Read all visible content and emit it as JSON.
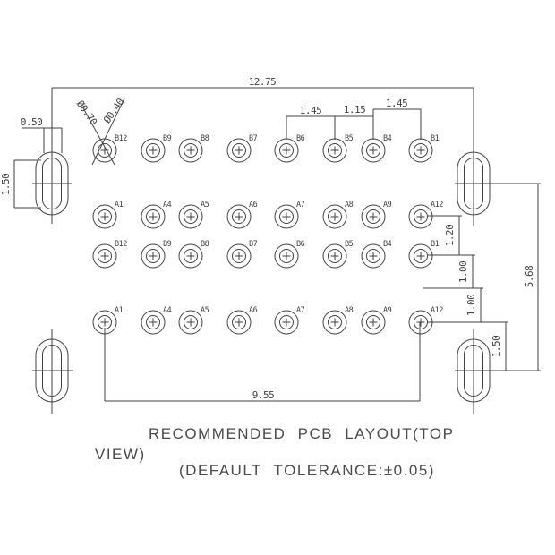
{
  "drawing": {
    "title_line1": "RECOMMENDED PCB LAYOUT(TOP",
    "title_line2": "VIEW)",
    "tolerance_note": "(DEFAULT TOLERANCE:±0.05)"
  },
  "dimensions": {
    "total_width": "12.75",
    "pitch_b6_b5": "1.45",
    "pitch_b5_b4": "1.15",
    "pitch_b4_b1": "1.45",
    "slot_width": "0.50",
    "slot_length": "1.50",
    "pad_outer_dia": "Ø0.70",
    "pad_inner_dia": "Ø0.40",
    "gap_a12_to_b1": "1.20",
    "gap_b1_to_mid": "1.00",
    "gap_mid_to_a12": "1.00",
    "a12_to_slot_center": "1.50",
    "slot_center_span": "5.68",
    "row_span_a1_a12": "9.55"
  },
  "pads": {
    "rows": [
      {
        "name": "row-1-b",
        "labels": [
          "B12",
          "B9",
          "B8",
          "B7",
          "B6",
          "B5",
          "B4",
          "B1"
        ]
      },
      {
        "name": "row-2-a",
        "labels": [
          "A1",
          "A4",
          "A5",
          "A6",
          "A7",
          "A8",
          "A9",
          "A12"
        ]
      },
      {
        "name": "row-3-b",
        "labels": [
          "B12",
          "B9",
          "B8",
          "B7",
          "B6",
          "B5",
          "B4",
          "B1"
        ]
      },
      {
        "name": "row-4-a",
        "labels": [
          "A1",
          "A4",
          "A5",
          "A6",
          "A7",
          "A8",
          "A9",
          "A12"
        ]
      }
    ]
  },
  "colors": {
    "line": "#414141",
    "background": "#ffffff"
  }
}
